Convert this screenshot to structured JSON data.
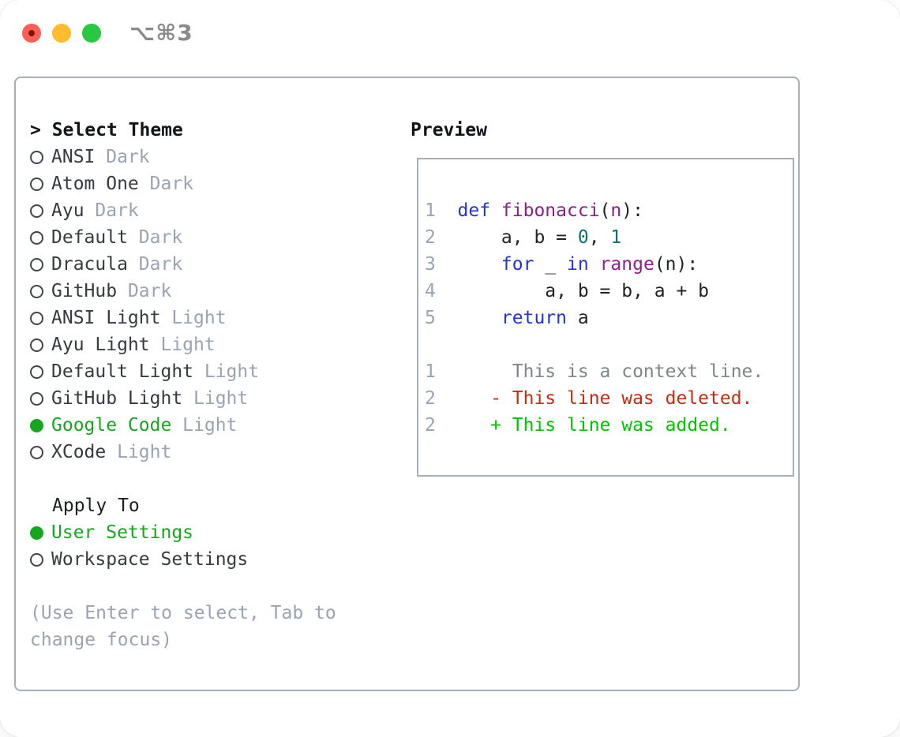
{
  "window": {
    "shortcut_label": "⌥⌘3"
  },
  "colors": {
    "traffic_close": "#ff5f57",
    "traffic_close_dot": "#7d150d",
    "traffic_minimize": "#febc2e",
    "traffic_zoom": "#28c840",
    "panel_border": "#a6aeb8",
    "selected_green": "#16a71f",
    "muted_gray": "#9aa4b1",
    "keyword_blue": "#2434cb",
    "function_purple": "#8b1f8b",
    "number_teal": "#0c6f6f",
    "code_black": "#1f2328",
    "context_gray": "#7f858d",
    "deleted_red": "#c32d10",
    "added_green": "#03c303",
    "line_number_gray": "#9aa5b4"
  },
  "left": {
    "header_prefix": ">",
    "header": "Select Theme",
    "themes": [
      {
        "name": "ANSI",
        "variant": "Dark",
        "selected": false
      },
      {
        "name": "Atom One",
        "variant": "Dark",
        "selected": false
      },
      {
        "name": "Ayu",
        "variant": "Dark",
        "selected": false
      },
      {
        "name": "Default",
        "variant": "Dark",
        "selected": false
      },
      {
        "name": "Dracula",
        "variant": "Dark",
        "selected": false
      },
      {
        "name": "GitHub",
        "variant": "Dark",
        "selected": false
      },
      {
        "name": "ANSI Light",
        "variant": "Light",
        "selected": false
      },
      {
        "name": "Ayu Light",
        "variant": "Light",
        "selected": false
      },
      {
        "name": "Default Light",
        "variant": "Light",
        "selected": false
      },
      {
        "name": "GitHub Light",
        "variant": "Light",
        "selected": false
      },
      {
        "name": "Google Code",
        "variant": "Light",
        "selected": true
      },
      {
        "name": "XCode",
        "variant": "Light",
        "selected": false
      }
    ],
    "apply_header": "Apply To",
    "apply_options": [
      {
        "name": "User Settings",
        "selected": true
      },
      {
        "name": "Workspace Settings",
        "selected": false
      }
    ],
    "hint_line1": "(Use Enter to select, Tab to",
    "hint_line2": "change focus)"
  },
  "preview": {
    "title": "Preview",
    "lines": [
      {
        "no": "1",
        "segments": [
          {
            "t": "def ",
            "c": "kw"
          },
          {
            "t": "fibonacci",
            "c": "fn"
          },
          {
            "t": "(",
            "c": "pl"
          },
          {
            "t": "n",
            "c": "fn"
          },
          {
            "t": "):",
            "c": "pl"
          }
        ]
      },
      {
        "no": "2",
        "segments": [
          {
            "t": "    a, b = ",
            "c": "pl"
          },
          {
            "t": "0",
            "c": "nm"
          },
          {
            "t": ", ",
            "c": "pl"
          },
          {
            "t": "1",
            "c": "nm"
          }
        ]
      },
      {
        "no": "3",
        "segments": [
          {
            "t": "    ",
            "c": "pl"
          },
          {
            "t": "for",
            "c": "kw"
          },
          {
            "t": " _ ",
            "c": "pl"
          },
          {
            "t": "in",
            "c": "kw"
          },
          {
            "t": " ",
            "c": "pl"
          },
          {
            "t": "range",
            "c": "fn"
          },
          {
            "t": "(n):",
            "c": "pl"
          }
        ]
      },
      {
        "no": "4",
        "segments": [
          {
            "t": "        a, b = b, a + b",
            "c": "pl"
          }
        ]
      },
      {
        "no": "5",
        "segments": [
          {
            "t": "    ",
            "c": "pl"
          },
          {
            "t": "return",
            "c": "kw"
          },
          {
            "t": " a",
            "c": "pl"
          }
        ]
      },
      {
        "no": "",
        "segments": []
      },
      {
        "no": "1",
        "segments": [
          {
            "t": "     This is a context line.",
            "c": "ctx"
          }
        ]
      },
      {
        "no": "2",
        "segments": [
          {
            "t": "   - This line was deleted.",
            "c": "del"
          }
        ]
      },
      {
        "no": "2",
        "segments": [
          {
            "t": "   + This line was added.",
            "c": "add"
          }
        ]
      }
    ]
  }
}
